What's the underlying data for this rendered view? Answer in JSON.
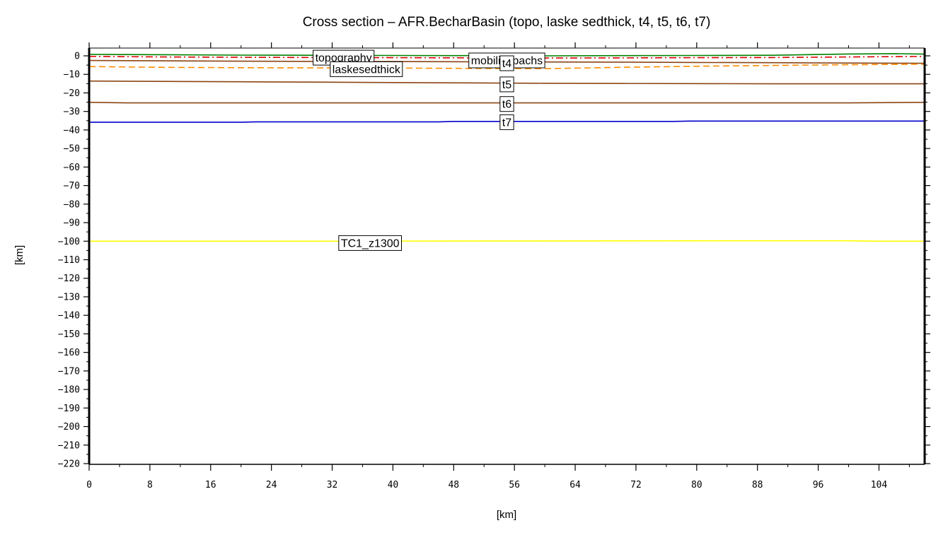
{
  "chart_data": {
    "type": "line",
    "title": "Cross section – AFR.BecharBasin (topo, laske sedthick, t4, t5, t6, t7)",
    "xlabel": "[km]",
    "ylabel": "[km]",
    "xlim": [
      0,
      110
    ],
    "ylim": [
      -220,
      5
    ],
    "x_ticks": [
      0,
      8,
      16,
      24,
      32,
      40,
      48,
      56,
      64,
      72,
      80,
      88,
      96,
      104
    ],
    "y_ticks": [
      0,
      -10,
      -20,
      -30,
      -40,
      -50,
      -60,
      -70,
      -80,
      -90,
      -100,
      -110,
      -120,
      -130,
      -140,
      -150,
      -160,
      -170,
      -180,
      -190,
      -200,
      -210,
      -220
    ],
    "grid": false,
    "series": [
      {
        "name": "topography",
        "color": "#008000",
        "dash": "solid",
        "label_x": 33.5,
        "label_y": -0.8,
        "x": [
          0,
          10,
          20,
          30,
          40,
          50,
          60,
          70,
          80,
          90,
          100,
          106,
          110
        ],
        "y": [
          0.8,
          0.6,
          0.4,
          0.3,
          0.2,
          0.1,
          0.0,
          0.1,
          0.2,
          0.3,
          1.0,
          1.2,
          0.9
        ]
      },
      {
        "name": "mobilisopachs",
        "color": "#dd0000",
        "dash": "dashdot",
        "label_x": 55,
        "label_y": -2.3,
        "x": [
          0,
          10,
          20,
          30,
          40,
          50,
          60,
          70,
          80,
          90,
          100,
          110
        ],
        "y": [
          -0.3,
          -0.6,
          -0.8,
          -0.9,
          -1.0,
          -1.1,
          -1.2,
          -1.1,
          -1.0,
          -0.9,
          -0.6,
          -0.3
        ]
      },
      {
        "name": "t4",
        "color": "#8b4513",
        "dash": "solid",
        "label_x": 55,
        "label_y": -3.8,
        "x": [
          0,
          10,
          20,
          30,
          40,
          50,
          60,
          70,
          80,
          90,
          100,
          110
        ],
        "y": [
          -2.5,
          -2.7,
          -2.9,
          -3.0,
          -3.1,
          -3.2,
          -3.3,
          -3.4,
          -3.6,
          -3.7,
          -3.9,
          -4.0
        ]
      },
      {
        "name": "laskesedthick",
        "color": "#ff8c00",
        "dash": "dashed",
        "label_x": 36.5,
        "label_y": -7.0,
        "x": [
          0,
          10,
          20,
          30,
          40,
          50,
          60,
          70,
          80,
          90,
          100,
          110
        ],
        "y": [
          -5.8,
          -6.2,
          -6.4,
          -6.5,
          -6.6,
          -6.8,
          -6.9,
          -6.2,
          -5.6,
          -5.2,
          -4.8,
          -4.5
        ]
      },
      {
        "name": "t5",
        "color": "#8b4513",
        "dash": "solid",
        "label_x": 55,
        "label_y": -15.2,
        "x": [
          0,
          10,
          20,
          30,
          40,
          50,
          60,
          70,
          80,
          90,
          100,
          110
        ],
        "y": [
          -13.6,
          -13.8,
          -14.0,
          -14.2,
          -14.4,
          -14.6,
          -14.8,
          -14.9,
          -15.0,
          -15.1,
          -15.1,
          -15.1
        ]
      },
      {
        "name": "t6",
        "color": "#8b4513",
        "dash": "solid",
        "label_x": 55,
        "label_y": -25.8,
        "x": [
          0,
          5,
          20,
          40,
          60,
          80,
          100,
          110
        ],
        "y": [
          -25.1,
          -25.4,
          -25.4,
          -25.4,
          -25.4,
          -25.4,
          -25.4,
          -25.1
        ]
      },
      {
        "name": "t7",
        "color": "#0000cc",
        "dash": "solid",
        "label_x": 55,
        "label_y": -35.6,
        "x": [
          0,
          20,
          22,
          46,
          48,
          77,
          79,
          110
        ],
        "y": [
          -35.8,
          -35.8,
          -35.6,
          -35.6,
          -35.4,
          -35.4,
          -35.2,
          -35.2
        ]
      },
      {
        "name": "TC1_z1300",
        "color": "#ffff00",
        "dash": "solid",
        "label_x": 37,
        "label_y": -100.8,
        "x": [
          0,
          30,
          85,
          100,
          104,
          110
        ],
        "y": [
          -100,
          -100,
          -99.8,
          -99.8,
          -100,
          -100
        ]
      }
    ]
  }
}
